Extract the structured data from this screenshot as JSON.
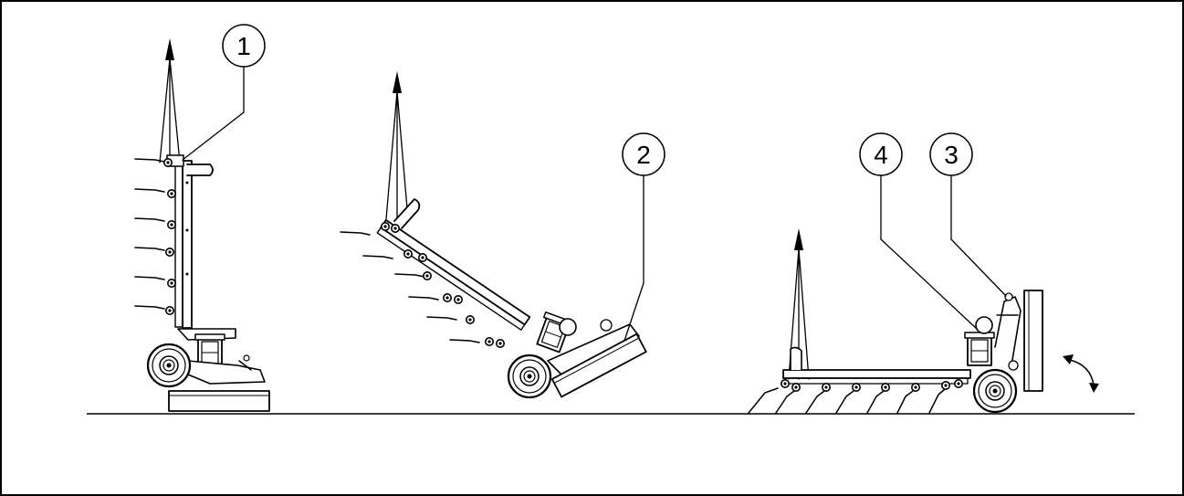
{
  "callouts": [
    {
      "id": "callout-1",
      "label": "1"
    },
    {
      "id": "callout-2",
      "label": "2"
    },
    {
      "id": "callout-3",
      "label": "3"
    },
    {
      "id": "callout-4",
      "label": "4"
    }
  ],
  "colors": {
    "line": "#000000",
    "background": "#ffffff"
  },
  "figure_parts": [
    "lifting-arrow",
    "machine-upright",
    "machine-tilted",
    "machine-lowered",
    "wheel",
    "motor",
    "tines",
    "base-plate",
    "ground-line",
    "rotation-arrow"
  ]
}
